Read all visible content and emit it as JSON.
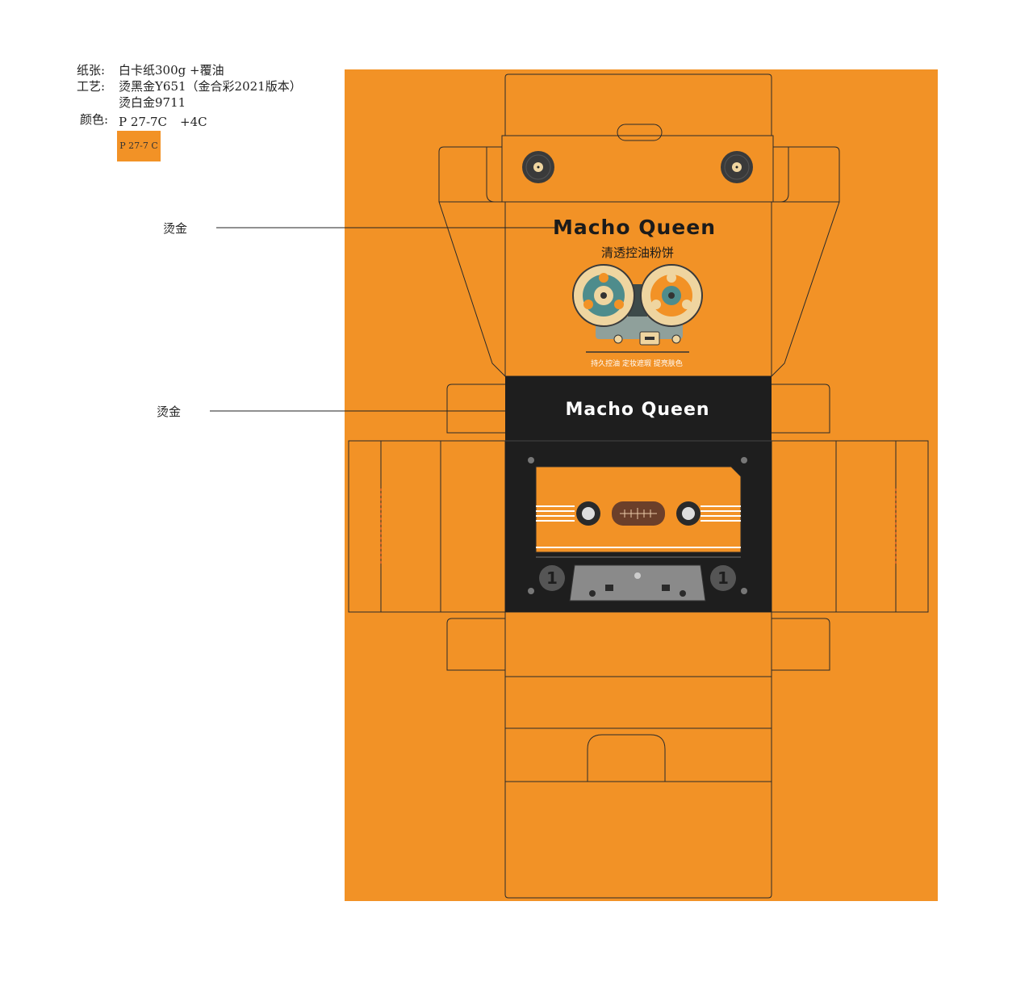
{
  "spec": {
    "paper_label": "纸张:",
    "paper_value": "白卡纸300g +覆油",
    "process_label": "工艺:",
    "process_value_1": "烫黑金Y651（金合彩2021版本）",
    "process_value_2": "烫白金9711",
    "color_label": "颜色:",
    "color_value": "P 27-7C",
    "color_extra": "+4C",
    "swatch_label": "P 27-7 C"
  },
  "callouts": {
    "top": "烫金",
    "band": "烫金"
  },
  "box": {
    "brand_top": "Macho Queen",
    "product_name": "清透控油粉饼",
    "features": "持久控油  定妆遮瑕  提亮肤色",
    "brand_band": "Macho Queen",
    "cassette_side_left": "1",
    "cassette_side_right": "1"
  },
  "colors": {
    "orange": "#F29226",
    "band": "#1E1E1E",
    "cream": "#EFD5A0",
    "teal": "#4E8C8C"
  }
}
